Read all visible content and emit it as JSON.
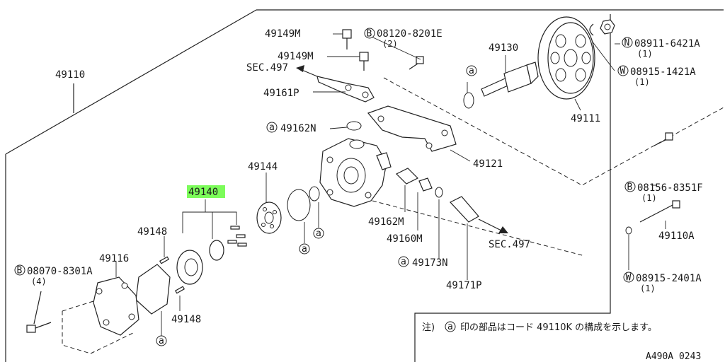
{
  "diagram": {
    "labels": {
      "p49110": "49110",
      "p49149m_a": "49149M",
      "p49149m_b": "49149M",
      "b08120": "08120-8201E",
      "b08120_qty": "(2)",
      "sec497_a": "SEC.497",
      "p49161p": "49161P",
      "p49162n": "49162N",
      "p49130": "49130",
      "n08911": "08911-6421A",
      "n08911_qty": "(1)",
      "w08915_1421": "08915-1421A",
      "w08915_1421_qty": "(1)",
      "p49111": "49111",
      "p49121": "49121",
      "p49144": "49144",
      "p49140": "49140",
      "p49148_a": "49148",
      "p49148_b": "49148",
      "p49116": "49116",
      "b08070": "08070-8301A",
      "b08070_qty": "(4)",
      "p49162m": "49162M",
      "p49160m": "49160M",
      "p49173n": "49173N",
      "sec497_b": "SEC.497",
      "p49171p": "49171P",
      "b08156": "08156-8351F",
      "b08156_qty": "(1)",
      "p49110a": "49110A",
      "w08915_2401": "08915-2401A",
      "w08915_2401_qty": "(1)"
    },
    "symbols": {
      "b": "B",
      "n": "N",
      "w": "W",
      "a": "a"
    },
    "note": {
      "prefix": "注)",
      "text": "印の部品はコード 49110K の構成を示します。"
    },
    "diagram_code": "A490A 0243",
    "highlight_color": "#7CFC5A"
  }
}
